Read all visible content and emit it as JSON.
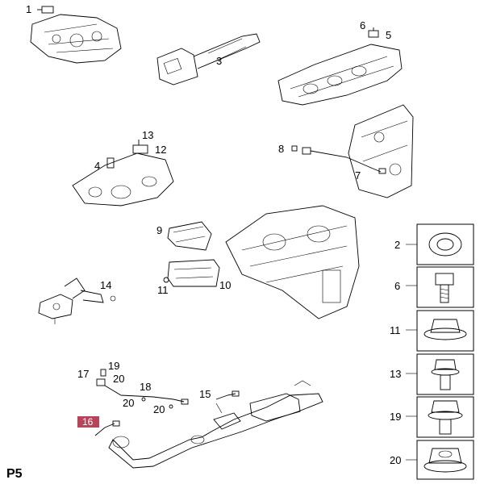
{
  "page_code": "P5",
  "highlight": {
    "label": "16",
    "color": "#b8445a"
  },
  "callouts": {
    "c1": "1",
    "c3": "3",
    "c6": "6",
    "c5": "5",
    "c13": "13",
    "c12": "12",
    "c4": "4",
    "c8": "8",
    "c7": "7",
    "c9": "9",
    "c10": "10",
    "c11": "11",
    "c14": "14",
    "c19": "19",
    "c17": "17",
    "c20a": "20",
    "c18": "18",
    "c20b": "20",
    "c20c": "20",
    "c15": "15"
  },
  "legend": [
    "2",
    "6",
    "11",
    "13",
    "19",
    "20"
  ]
}
